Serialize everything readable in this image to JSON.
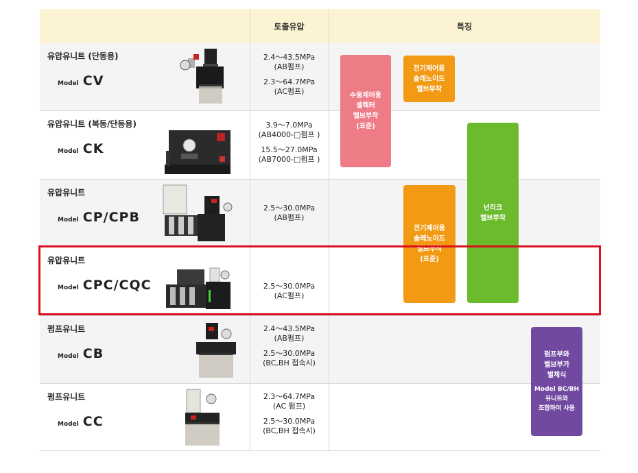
{
  "header": {
    "col_output": "토출유압",
    "col_features": "특징"
  },
  "rows": [
    {
      "title": "유압유니트 (단동용)",
      "model_prefix": "Model",
      "model_name": "CV",
      "specs": [
        [
          "2.4～43.5MPa",
          "(AB펌프)"
        ],
        [
          "2.3～64.7MPa",
          "(AC펌프)"
        ]
      ]
    },
    {
      "title": "유압유니트 (복동/단동용)",
      "model_prefix": "Model",
      "model_name": "CK",
      "specs": [
        [
          "3.9～7.0MPa",
          "(AB4000-□펌프 )"
        ],
        [
          "15.5～27.0MPa",
          "(AB7000-□펌프 )"
        ]
      ]
    },
    {
      "title": "유압유니트",
      "model_prefix": "Model",
      "model_name": "CP/CPB",
      "specs": [
        [
          "2.5～30.0MPa",
          "(AB펌프)"
        ]
      ]
    },
    {
      "title": "유압유니트",
      "model_prefix": "Model",
      "model_name": "CPC/CQC",
      "specs": [
        [
          "2.5～30.0MPa",
          "(AC펌프)"
        ]
      ]
    },
    {
      "title": "펌프유니트",
      "model_prefix": "Model",
      "model_name": "CB",
      "specs": [
        [
          "2.4～43.5MPa",
          "(AB펌프)"
        ],
        [
          "2.5～30.0MPa",
          "(BC,BH 접속시)"
        ]
      ]
    },
    {
      "title": "펌프유니트",
      "model_prefix": "Model",
      "model_name": "CC",
      "specs": [
        [
          "2.3～64.7MPa",
          "(AC 펌프)"
        ],
        [
          "2.5～30.0MPa",
          "(BC,BH 접속시)"
        ]
      ]
    }
  ],
  "features": {
    "manual_valve": {
      "lines": [
        "수동제어용",
        "셀렉터",
        "밸브부착",
        "(표준)"
      ],
      "color": "#ee7c87"
    },
    "solenoid_option": {
      "lines": [
        "전기제어용",
        "솔레노이드",
        "밸브부착"
      ],
      "color": "#f29a14"
    },
    "solenoid_standard": {
      "lines": [
        "전기제어용",
        "솔레노이드",
        "밸브부착",
        "(표준)"
      ],
      "color": "#f29a14"
    },
    "unload_valve": {
      "lines": [
        "넌리크",
        "밸브부착"
      ],
      "color": "#6cbb2c"
    },
    "pump_separate": {
      "lines": [
        "펌프부와",
        "밸브부가",
        "별체식"
      ],
      "sub": [
        "Model BC/BH",
        "유니트와",
        "조합하여 사용"
      ],
      "color": "#7149a0"
    }
  },
  "highlight_color": "#d9101e",
  "header_bg": "#fbf3d2",
  "row_shade": "#f4f4f4"
}
